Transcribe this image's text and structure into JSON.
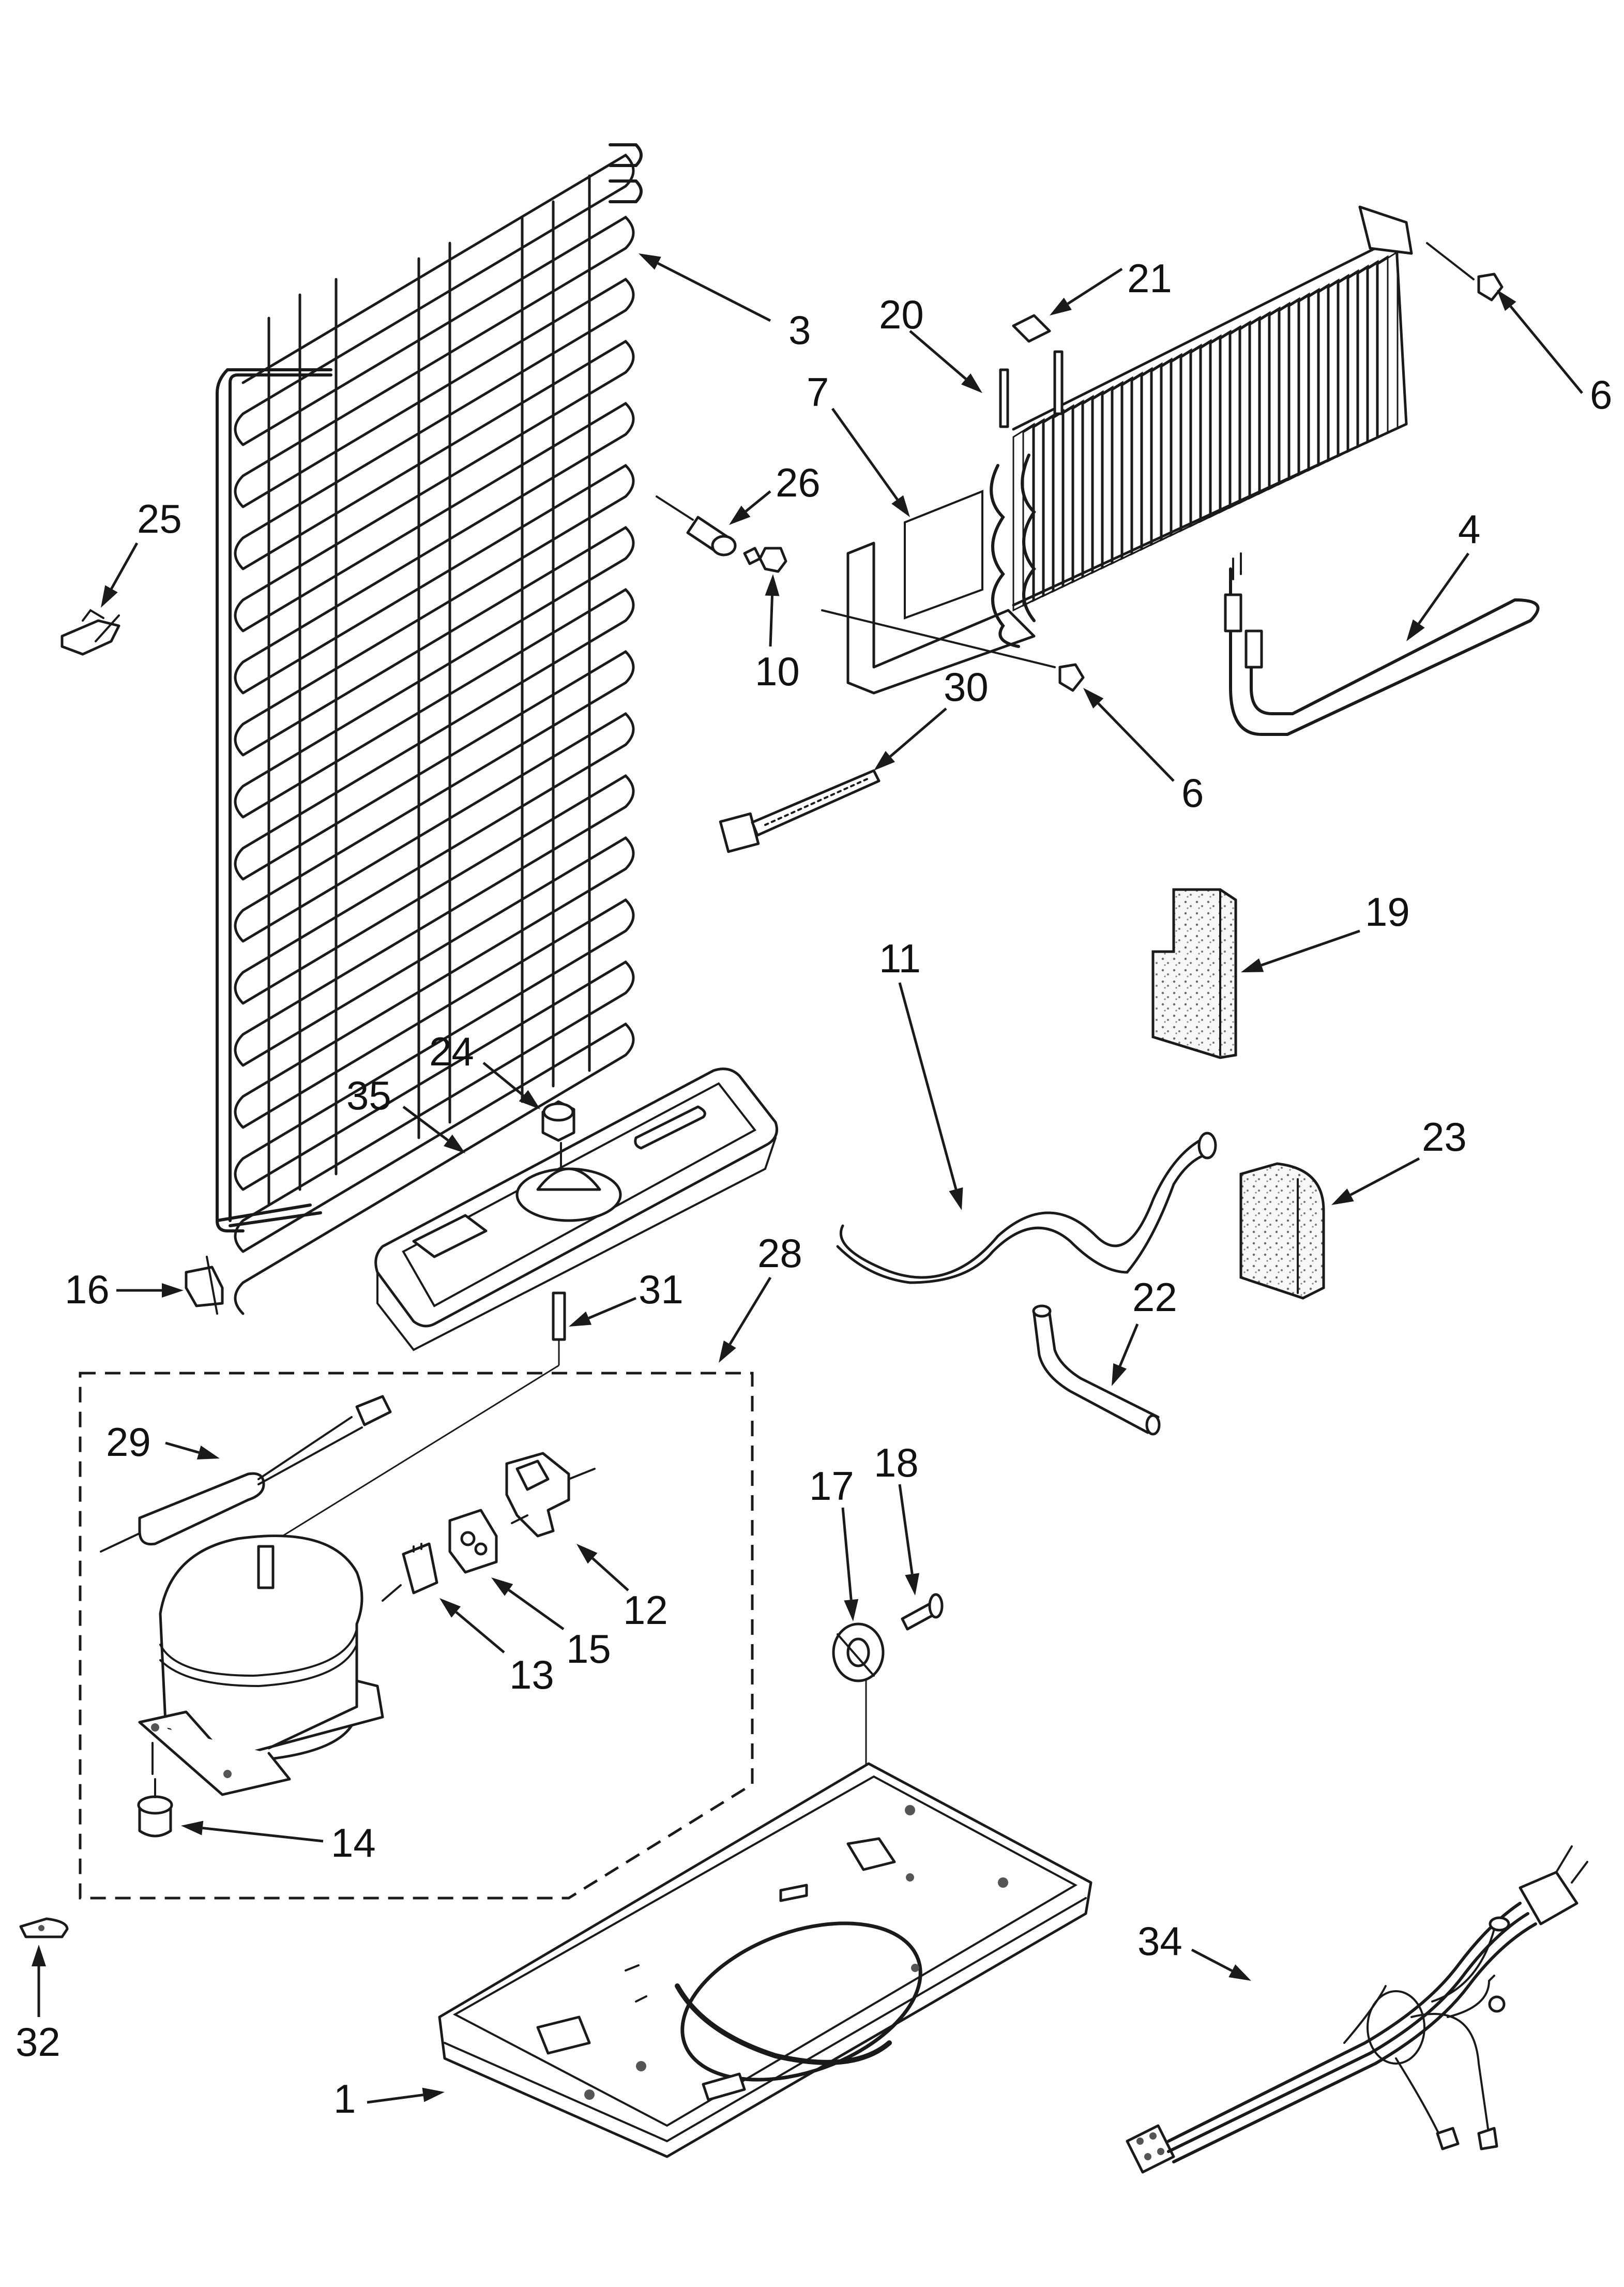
{
  "callouts": [
    {
      "id": "p3",
      "label": "3"
    },
    {
      "id": "p21",
      "label": "21"
    },
    {
      "id": "p20",
      "label": "20"
    },
    {
      "id": "p7",
      "label": "7"
    },
    {
      "id": "p6a",
      "label": "6"
    },
    {
      "id": "p26",
      "label": "26"
    },
    {
      "id": "p25",
      "label": "25"
    },
    {
      "id": "p10",
      "label": "10"
    },
    {
      "id": "p4",
      "label": "4"
    },
    {
      "id": "p30",
      "label": "30"
    },
    {
      "id": "p6b",
      "label": "6"
    },
    {
      "id": "p19",
      "label": "19"
    },
    {
      "id": "p11",
      "label": "11"
    },
    {
      "id": "p24",
      "label": "24"
    },
    {
      "id": "p35",
      "label": "35"
    },
    {
      "id": "p23",
      "label": "23"
    },
    {
      "id": "p28",
      "label": "28"
    },
    {
      "id": "p16",
      "label": "16"
    },
    {
      "id": "p31",
      "label": "31"
    },
    {
      "id": "p22",
      "label": "22"
    },
    {
      "id": "p29",
      "label": "29"
    },
    {
      "id": "p18",
      "label": "18"
    },
    {
      "id": "p17",
      "label": "17"
    },
    {
      "id": "p12",
      "label": "12"
    },
    {
      "id": "p15",
      "label": "15"
    },
    {
      "id": "p13",
      "label": "13"
    },
    {
      "id": "p14",
      "label": "14"
    },
    {
      "id": "p34",
      "label": "34"
    },
    {
      "id": "p32",
      "label": "32"
    },
    {
      "id": "p1",
      "label": "1"
    }
  ]
}
